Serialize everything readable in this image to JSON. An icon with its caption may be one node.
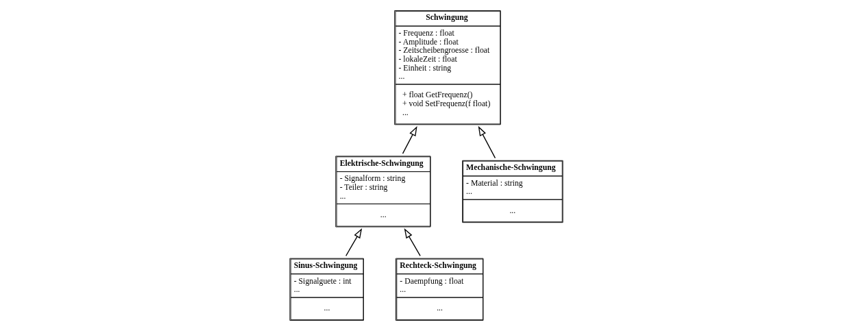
{
  "diagram": {
    "nodes": [
      {
        "text": [
          "Schwingung",
          "- Frequenz : float",
          "- Amplitude : float",
          "- Zeitscheibengroesse : float",
          "- lokaleZeit : float",
          "- Einheit : string",
          "...",
          "+ float GetFrequenz()",
          "+ void SetFrequenz(f float)",
          "..."
        ]
      },
      {
        "text": [
          "Elektrische-Schwingung",
          "- Signalform : string",
          "- Teiler : string",
          "...",
          "..."
        ]
      },
      {
        "text": [
          "Mechanische-Schwingung",
          "- Material : string",
          "...",
          "..."
        ]
      },
      {
        "text": [
          "Sinus-Schwingung",
          "- Signalguete : int",
          "...",
          "..."
        ]
      },
      {
        "text": [
          "Rechteck-Schwingung",
          "- Daempfung : float",
          "...",
          "..."
        ]
      }
    ],
    "edges": [
      {
        "from": 1,
        "to": 0,
        "arrow": "to"
      },
      {
        "from": 2,
        "to": 0,
        "arrow": "to"
      },
      {
        "from": 3,
        "to": 1,
        "arrow": "to"
      },
      {
        "from": 4,
        "to": 1,
        "arrow": "to"
      }
    ]
  }
}
